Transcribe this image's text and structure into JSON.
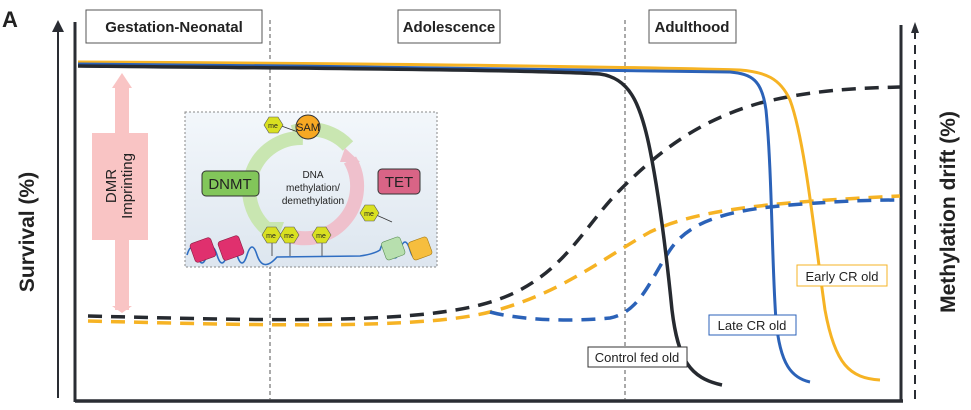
{
  "panel_label": "A",
  "stages": [
    "Gestation-Neonatal",
    "Adolescence",
    "Adulthood"
  ],
  "axes": {
    "left_title": "Survival (%)",
    "right_title": "Methylation drift (%)"
  },
  "imprinting_arrow": {
    "line1": "DMR",
    "line2": "Imprinting",
    "color": "#f9c4c4"
  },
  "inset": {
    "center_line1": "DNA",
    "center_line2": "methylation/",
    "center_line3": "demethylation",
    "left_enzyme": "DNMT",
    "right_enzyme": "TET",
    "donor": "SAM",
    "methyl_tag": "me",
    "colors": {
      "dnmt_fill": "#82c65a",
      "tet_fill": "#d96486",
      "sam_fill": "#f7a823",
      "me_fill": "#d9e021",
      "green_arrow": "#c9e6b1",
      "pink_arrow": "#efc0cc",
      "dna": "#2f6ec2"
    }
  },
  "series": [
    {
      "name": "Control fed old",
      "color": "#262a30"
    },
    {
      "name": "Late CR old",
      "color": "#2b62b8"
    },
    {
      "name": "Early CR old",
      "color": "#f6b324"
    }
  ],
  "colors": {
    "frame": "#2a2d33",
    "divider": "#555555"
  }
}
